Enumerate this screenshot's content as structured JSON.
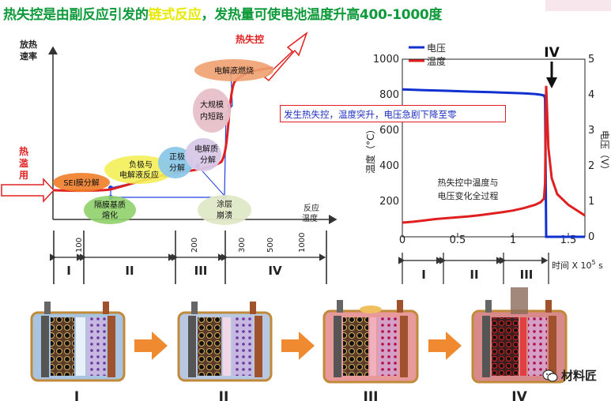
{
  "title": {
    "part1": "热失控是由副反应引发的",
    "highlight": "链式反应",
    "part2": "，发热量可使电池温度升高400-1000度"
  },
  "left_diagram": {
    "y_axis_label": [
      "放热",
      "速率"
    ],
    "x_axis_label": [
      "反应",
      "温度"
    ],
    "input_label": [
      "热",
      "滥",
      "用"
    ],
    "runaway_label": "热失控",
    "stage_temps": [
      "100",
      "200",
      "300",
      "500",
      "1000"
    ],
    "stages": [
      "I",
      "II",
      "III",
      "IV"
    ],
    "bubbles": {
      "sei": "SEI膜分解",
      "separator": [
        "隔膜基质",
        "熔化"
      ],
      "anode": [
        "负极与",
        "电解液反应"
      ],
      "cathode": [
        "正极",
        "分解"
      ],
      "electrolyte_decomp": [
        "电解质",
        "分解"
      ],
      "short": [
        "大规模",
        "内短路"
      ],
      "coating": [
        "涂层",
        "崩溃"
      ],
      "combustion": "电解液燃烧"
    }
  },
  "right_chart": {
    "legend": [
      "电压",
      "温度"
    ],
    "left_axis_label": "温度（°C）",
    "right_axis_label": "电压（V）",
    "left_ticks": [
      "1000",
      "800",
      "600",
      "400",
      "200"
    ],
    "right_ticks": [
      "5",
      "4",
      "3",
      "2",
      "1",
      "0"
    ],
    "x_ticks": [
      "0",
      "0.5",
      "1",
      "1.5"
    ],
    "x_axis_label": "时间 X 10",
    "x_axis_exp": "5",
    "x_axis_unit": " s",
    "stage_label": "IV",
    "callout": "发生热失控，温度突升，电压急剧下降至零",
    "inner_text": [
      "热失控中温度与",
      "电压变化全过程"
    ],
    "stages": [
      "I",
      "II",
      "III"
    ]
  },
  "chart_data": {
    "type": "line",
    "x": [
      0,
      0.1,
      0.2,
      0.3,
      0.4,
      0.5,
      0.6,
      0.7,
      0.8,
      0.9,
      1.0,
      1.1,
      1.2,
      1.25,
      1.28,
      1.29,
      1.3,
      1.32,
      1.35,
      1.4,
      1.5,
      1.6,
      1.65
    ],
    "series": [
      {
        "name": "电压",
        "axis": "right",
        "color": "#1030d0",
        "values": [
          4.15,
          4.14,
          4.13,
          4.12,
          4.11,
          4.1,
          4.09,
          4.08,
          4.07,
          4.06,
          4.05,
          4.04,
          4.02,
          4.0,
          3.98,
          3.9,
          0.0,
          0.0,
          0.0,
          0.0,
          0.0,
          0.0,
          0.0
        ]
      },
      {
        "name": "温度",
        "axis": "left",
        "color": "#e02020",
        "values": [
          80,
          85,
          92,
          100,
          105,
          110,
          115,
          122,
          130,
          138,
          148,
          162,
          180,
          195,
          215,
          300,
          850,
          500,
          330,
          240,
          180,
          140,
          120
        ]
      }
    ],
    "xlim": [
      0,
      1.65
    ],
    "ylim_left": [
      0,
      1000
    ],
    "ylim_right": [
      0,
      5
    ]
  },
  "battery_stages": [
    "I",
    "II",
    "III",
    "IV"
  ],
  "watermark": "材料匠",
  "colors": {
    "title_green": "#0e9a3a",
    "highlight_yellow": "#e8e800",
    "red": "#e02020",
    "blue": "#1030d0"
  }
}
